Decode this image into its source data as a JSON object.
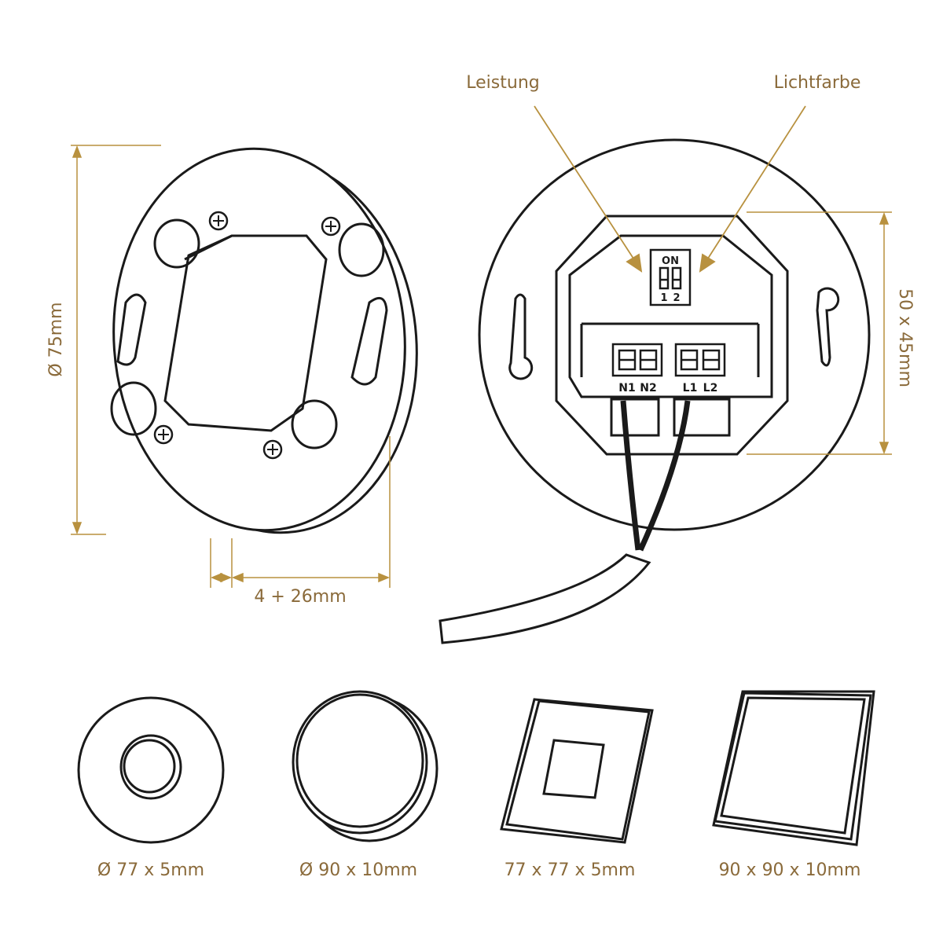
{
  "colors": {
    "accent": "#b8913f",
    "label": "#8a6a3a",
    "line": "#1a1a1a",
    "fill": "#ffffff"
  },
  "dimensions": {
    "height": "Ø 75mm",
    "depth": "4 + 26mm",
    "box": "50 x 45mm"
  },
  "callouts": {
    "power": "Leistung",
    "color": "Lichtfarbe"
  },
  "dip_switch": {
    "on": "ON",
    "num1": "1",
    "num2": "2"
  },
  "terminals": {
    "n1": "N1",
    "n2": "N2",
    "l1": "L1",
    "l2": "L2"
  },
  "covers": [
    {
      "caption": "Ø 77 x 5mm"
    },
    {
      "caption": "Ø 90 x 10mm"
    },
    {
      "caption": "77 x 77 x 5mm"
    },
    {
      "caption": "90 x 90 x 10mm"
    }
  ]
}
